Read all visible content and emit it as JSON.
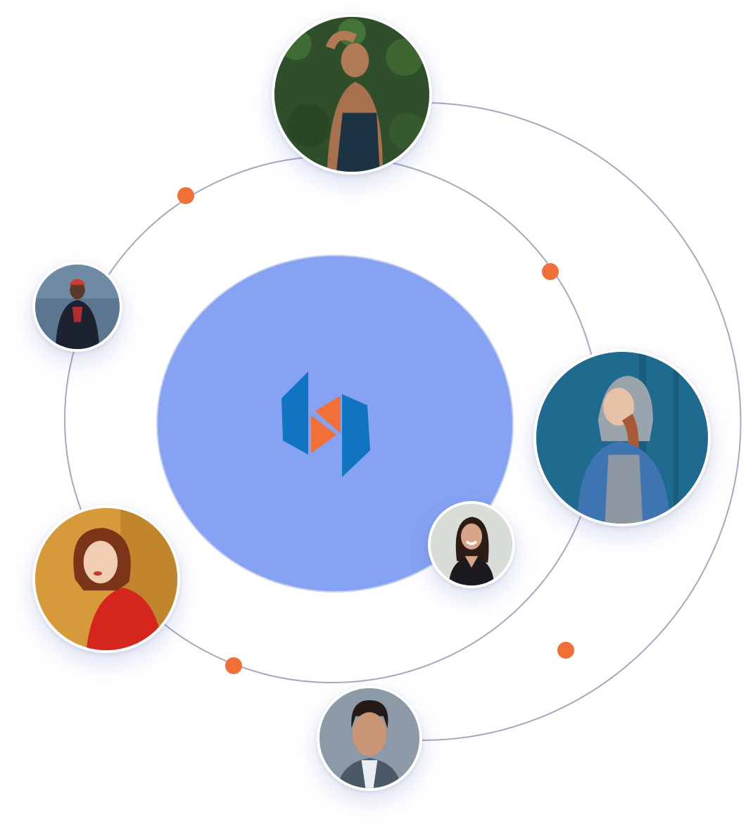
{
  "colors": {
    "orbit_line": "#a9a7bf",
    "orbit_dot": "#f07038",
    "center_fill": "#86a3f3",
    "logo_blue": "#1174c0",
    "logo_orange": "#f07038"
  },
  "logo": {
    "icon": "brand-logo-icon"
  },
  "avatars": [
    {
      "name": "avatar-woman-leaves",
      "icon": "person-photo"
    },
    {
      "name": "avatar-man-red-beanie",
      "icon": "person-photo"
    },
    {
      "name": "avatar-woman-hoodie",
      "icon": "person-photo"
    },
    {
      "name": "avatar-woman-smiling",
      "icon": "person-photo"
    },
    {
      "name": "avatar-woman-red-sweater",
      "icon": "person-photo"
    },
    {
      "name": "avatar-man-portrait",
      "icon": "person-photo"
    }
  ]
}
